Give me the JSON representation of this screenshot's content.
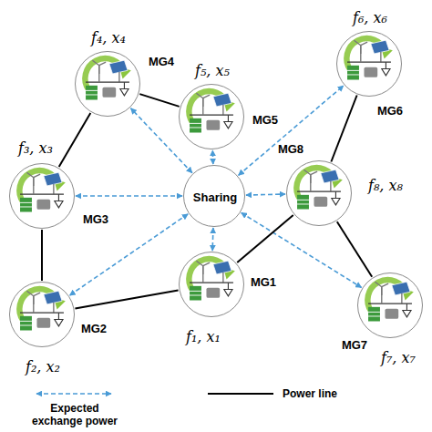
{
  "diagram": {
    "nodes": [
      {
        "text": [
          "f₄, x₄",
          "MG4"
        ]
      },
      {
        "text": [
          "f₅, x₅",
          "MG5"
        ]
      },
      {
        "text": [
          "f₆, x₆",
          "MG6"
        ]
      },
      {
        "text": [
          "f₃, x₃",
          "MG3"
        ]
      },
      {
        "text": [
          "Sharing"
        ]
      },
      {
        "text": [
          "f₈, x₈",
          "MG8"
        ]
      },
      {
        "text": [
          "f₁, x₁",
          "MG1"
        ]
      },
      {
        "text": [
          "f₂, x₂",
          "MG2"
        ]
      },
      {
        "text": [
          "f₇, x₇",
          "MG7"
        ]
      }
    ],
    "edges": [
      {
        "from": 4,
        "to": 0,
        "arrow": "both"
      },
      {
        "from": 4,
        "to": 1,
        "arrow": "both"
      },
      {
        "from": 4,
        "to": 2,
        "arrow": "both"
      },
      {
        "from": 4,
        "to": 3,
        "arrow": "both"
      },
      {
        "from": 4,
        "to": 5,
        "arrow": "both"
      },
      {
        "from": 4,
        "to": 6,
        "arrow": "both"
      },
      {
        "from": 4,
        "to": 7,
        "arrow": "both"
      },
      {
        "from": 4,
        "to": 8,
        "arrow": "both"
      },
      {
        "from": 0,
        "to": 1,
        "arrow": "none"
      },
      {
        "from": 0,
        "to": 3,
        "arrow": "none"
      },
      {
        "from": 3,
        "to": 7,
        "arrow": "none"
      },
      {
        "from": 7,
        "to": 6,
        "arrow": "none"
      },
      {
        "from": 6,
        "to": 5,
        "arrow": "none"
      },
      {
        "from": 5,
        "to": 2,
        "arrow": "none"
      },
      {
        "from": 5,
        "to": 8,
        "arrow": "none"
      }
    ],
    "legend": [
      {
        "text": "Expected exchange power"
      },
      {
        "text": "Power line"
      }
    ]
  }
}
